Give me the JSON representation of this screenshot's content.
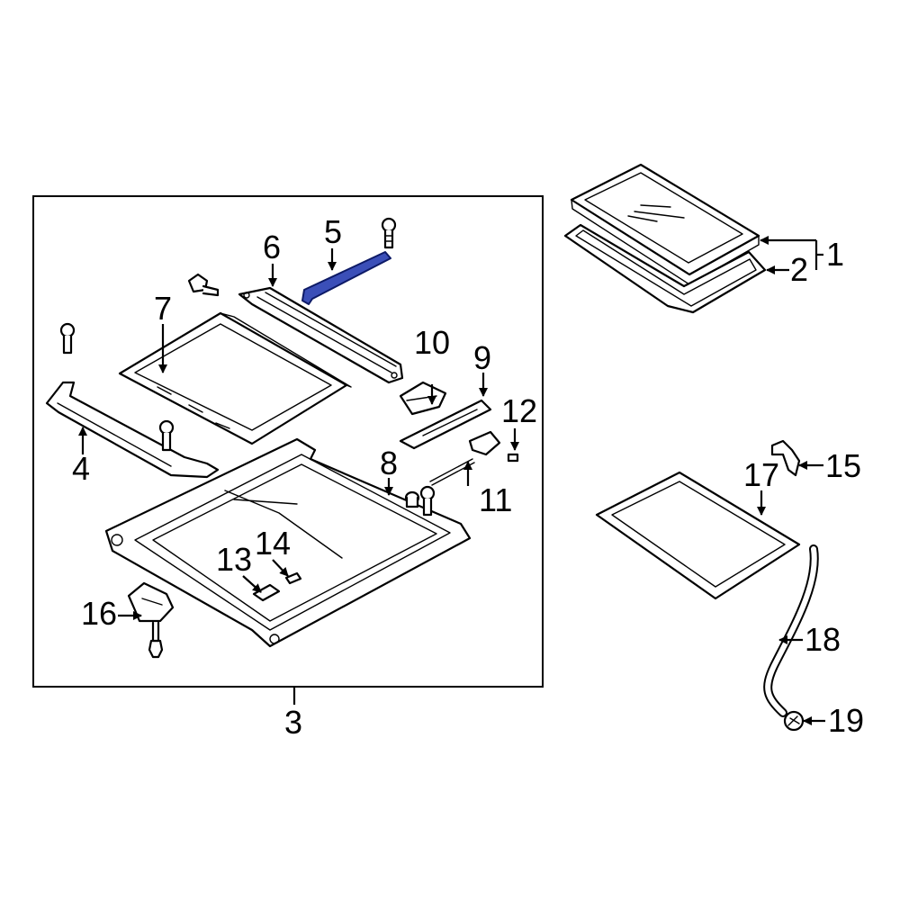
{
  "diagram": {
    "highlight_color": "#2f49b5",
    "callouts": [
      "1",
      "2",
      "3",
      "4",
      "5",
      "6",
      "7",
      "8",
      "9",
      "10",
      "11",
      "12",
      "13",
      "14",
      "15",
      "16",
      "17",
      "18",
      "19"
    ]
  }
}
